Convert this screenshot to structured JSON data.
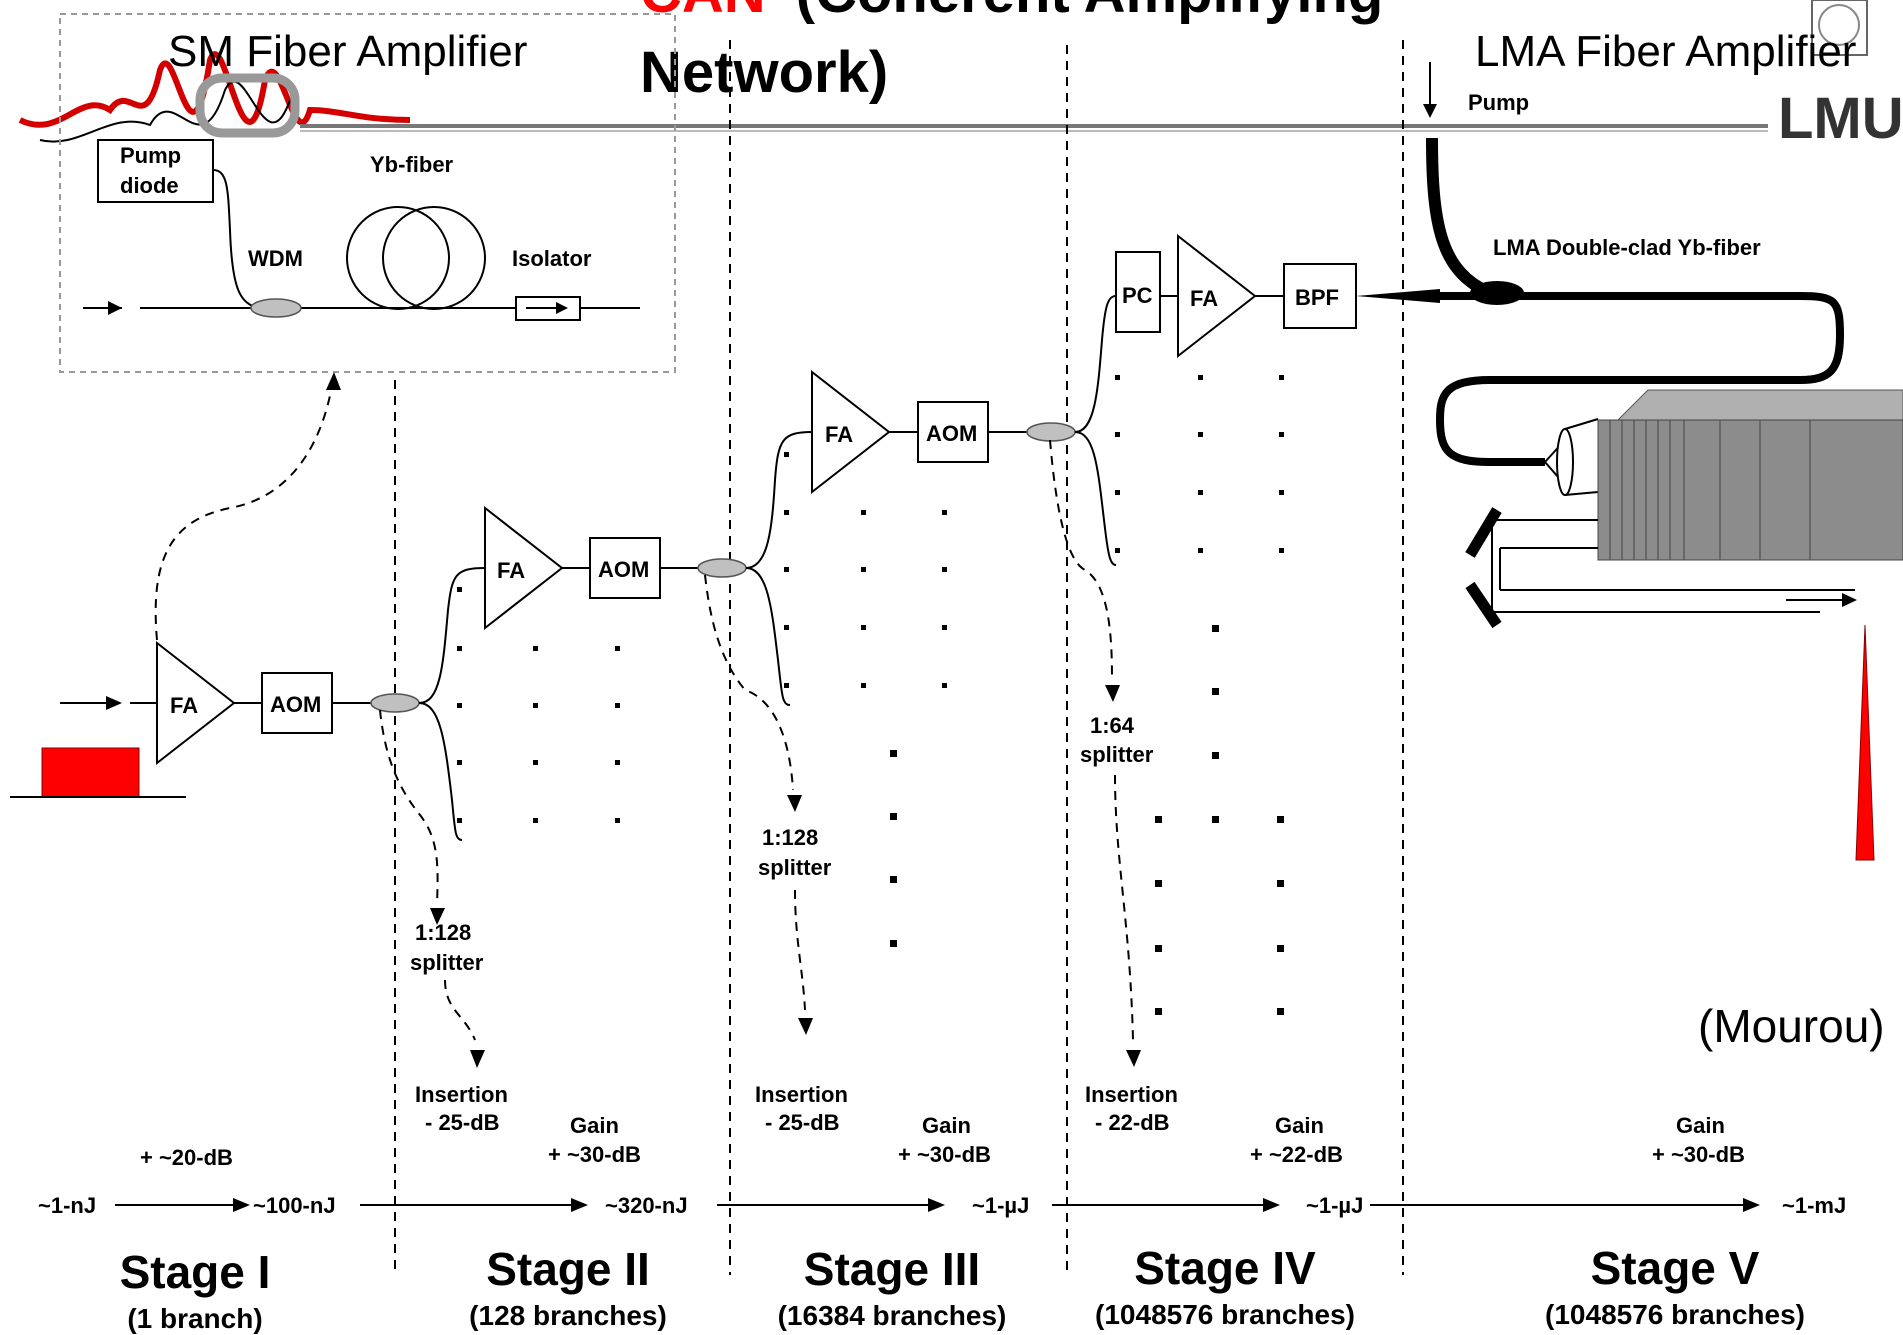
{
  "title": {
    "highlight": "CAN",
    "rest_line1": "(Coherent Amplifying",
    "rest_line2": "Network)",
    "highlight_color": "#ff0000"
  },
  "header": {
    "sm_amplifier": "SM Fiber Amplifier",
    "lma_amplifier": "LMA Fiber Amplifier",
    "logo": "LMU",
    "credit": "(Mourou)"
  },
  "sm_inset": {
    "pump_line1": "Pump",
    "pump_line2": "diode",
    "yb_fiber": "Yb-fiber",
    "wdm": "WDM",
    "isolator": "Isolator"
  },
  "lma": {
    "pump": "Pump",
    "fiber": "LMA Double-clad Yb-fiber"
  },
  "components": {
    "fa": "FA",
    "aom": "AOM",
    "pc": "PC",
    "bpf": "BPF"
  },
  "splitters": {
    "s2_line1": "1:128",
    "s2_line2": "splitter",
    "s3_line1": "1:128",
    "s3_line2": "splitter",
    "s4_line1": "1:64",
    "s4_line2": "splitter"
  },
  "losses": {
    "ins2_line1": "Insertion",
    "ins2_line2": "- 25-dB",
    "ins3_line1": "Insertion",
    "ins3_line2": "- 25-dB",
    "ins4_line1": "Insertion",
    "ins4_line2": "- 22-dB"
  },
  "gains": {
    "g1": "+ ~20-dB",
    "g2_line1": "Gain",
    "g2_line2": "+ ~30-dB",
    "g3_line1": "Gain",
    "g3_line2": "+ ~30-dB",
    "g4_line1": "Gain",
    "g4_line2": "+ ~22-dB",
    "g5_line1": "Gain",
    "g5_line2": "+ ~30-dB"
  },
  "energies": [
    "~1-nJ",
    "~100-nJ",
    "~320-nJ",
    "~1-µJ",
    "~1-µJ",
    "~1-mJ"
  ],
  "stages": [
    {
      "name": "Stage I",
      "branches": "(1 branch)"
    },
    {
      "name": "Stage II",
      "branches": "(128 branches)"
    },
    {
      "name": "Stage III",
      "branches": "(16384 branches)"
    },
    {
      "name": "Stage IV",
      "branches": "(1048576 branches)"
    },
    {
      "name": "Stage V",
      "branches": "(1048576 branches)"
    }
  ],
  "colors": {
    "accent_red": "#ff0000",
    "wdm_gray": "#c0c0c0",
    "block_gray": "#8c8c8c"
  }
}
